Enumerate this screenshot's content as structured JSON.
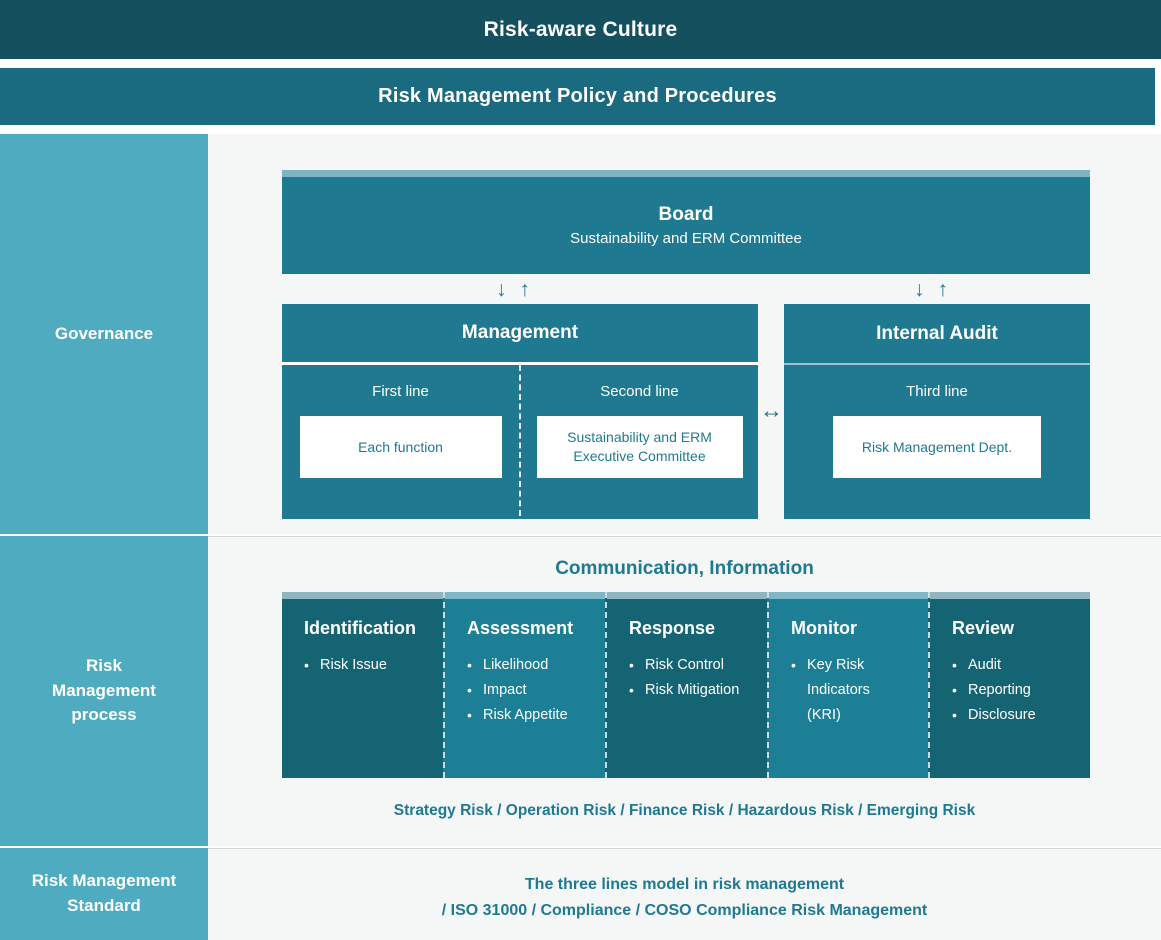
{
  "banners": {
    "culture": "Risk-aware Culture",
    "policy": "Risk Management Policy and Procedures"
  },
  "sidebar": {
    "governance": "Governance",
    "process": "Risk\nManagement\nprocess",
    "standard": "Risk Management\nStandard"
  },
  "governance": {
    "board": {
      "title": "Board",
      "subtitle": "Sustainability and ERM Committee"
    },
    "arrows": {
      "down": "↓",
      "up": "↑",
      "both": "↔"
    },
    "management": {
      "title": "Management",
      "columns": [
        {
          "label": "First line",
          "card": "Each function"
        },
        {
          "label": "Second line",
          "card": "Sustainability and ERM\nExecutive Committee"
        }
      ]
    },
    "internal_audit": {
      "title": "Internal Audit",
      "columns": [
        {
          "label": "Third line",
          "card": "Risk Management Dept."
        }
      ]
    }
  },
  "process": {
    "communication_label": "Communication, Information",
    "steps": [
      {
        "title": "Identification",
        "items": [
          "Risk Issue"
        ],
        "color": "#156474",
        "strip": "#8FB6BF"
      },
      {
        "title": "Assessment",
        "items": [
          "Likelihood",
          "Impact",
          "Risk Appetite"
        ],
        "color": "#1C7F96",
        "strip": "#7FB7C6"
      },
      {
        "title": "Response",
        "items": [
          "Risk Control",
          "Risk Mitigation"
        ],
        "color": "#156474",
        "strip": "#8FB6BF"
      },
      {
        "title": "Monitor",
        "items": [
          "Key Risk",
          "Indicators",
          "(KRI)"
        ],
        "color": "#1C7F96",
        "strip": "#7FB7C6"
      },
      {
        "title": "Review",
        "items": [
          "Audit",
          "Reporting",
          "Disclosure"
        ],
        "color": "#156474",
        "strip": "#8FB6BF"
      }
    ],
    "risk_types": "Strategy Risk / Operation Risk / Finance Risk / Hazardous Risk / Emerging Risk"
  },
  "standard": {
    "line1": "The three lines model in risk management",
    "line2": "/ ISO 31000 / Compliance / COSO Compliance Risk Management"
  },
  "colors": {
    "dark_teal": "#14505E",
    "mid_teal": "#1A6B80",
    "box_teal": "#1F7991",
    "light_teal": "#4FABC0",
    "pane_bg": "#F5F6F6",
    "text_teal": "#1F7991"
  }
}
